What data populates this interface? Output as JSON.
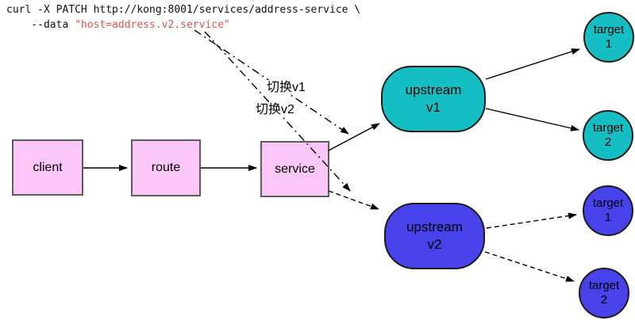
{
  "colors": {
    "node_pink": "#fac7f8",
    "node_teal": "#15bec2",
    "node_blue": "#4842eb",
    "code_red": "#e25050",
    "rect_border": "#5c5c5c",
    "shape_border": "#1b1b1b",
    "arrow": "#000000"
  },
  "code": {
    "line1": "curl -X PATCH http://kong:8001/services/address-service \\",
    "line2_prefix": "    --data ",
    "line2_value": "\"host=address.v2.service\""
  },
  "nodes": {
    "client": {
      "label": "client"
    },
    "route": {
      "label": "route"
    },
    "service": {
      "label": "service"
    },
    "upstream_v1": {
      "line1": "upstream",
      "line2": "v1"
    },
    "upstream_v2": {
      "line1": "upstream",
      "line2": "v2"
    },
    "target_v1_1": {
      "line1": "target",
      "line2": "1"
    },
    "target_v1_2": {
      "line1": "target",
      "line2": "2"
    },
    "target_v2_1": {
      "line1": "target",
      "line2": "1"
    },
    "target_v2_2": {
      "line1": "target",
      "line2": "2"
    }
  },
  "edge_labels": {
    "switch_v1": "切换v1",
    "switch_v2": "切换v2"
  },
  "edges": [
    {
      "from": "client",
      "to": "route",
      "style": "solid"
    },
    {
      "from": "route",
      "to": "service",
      "style": "solid"
    },
    {
      "from": "service",
      "to": "upstream_v1",
      "style": "solid"
    },
    {
      "from": "service",
      "to": "upstream_v2",
      "style": "dashed"
    },
    {
      "from": "upstream_v1",
      "to": "target_v1_1",
      "style": "solid"
    },
    {
      "from": "upstream_v1",
      "to": "target_v1_2",
      "style": "solid"
    },
    {
      "from": "upstream_v2",
      "to": "target_v2_1",
      "style": "dashed"
    },
    {
      "from": "upstream_v2",
      "to": "target_v2_2",
      "style": "dashed"
    },
    {
      "from": "curl_command",
      "to": "service_upstream_v1_link",
      "style": "dashdot",
      "label": "切换v1"
    },
    {
      "from": "curl_command",
      "to": "service_upstream_v2_link",
      "style": "dashdot",
      "label": "切换v2"
    }
  ]
}
